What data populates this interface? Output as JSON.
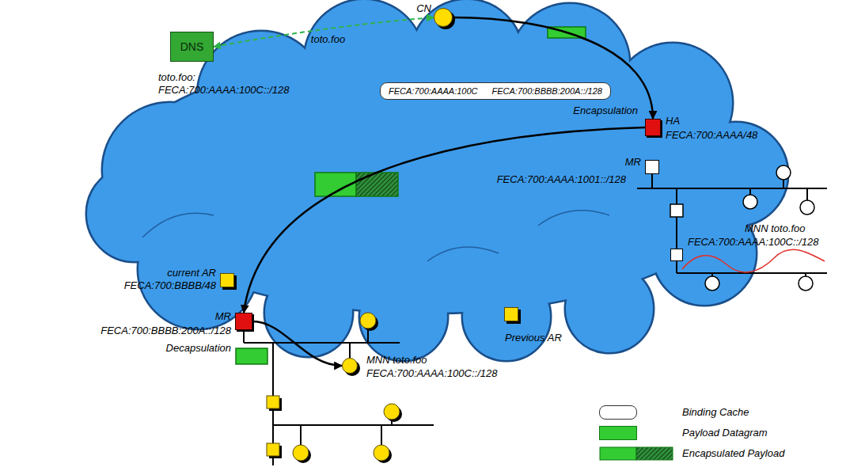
{
  "diagram": {
    "nodes": [
      {
        "text": [
          "DNS"
        ]
      },
      {
        "text": [
          "CN"
        ]
      },
      {
        "text": [
          "FECA:700:AAAA:100C",
          "FECA:700:BBBB:200A::/128"
        ]
      },
      {
        "text": [
          "HA",
          "FECA:700:AAAA/48"
        ]
      },
      {
        "text": [
          "MR",
          "FECA:700:AAAA:1001::/128"
        ]
      },
      {
        "text": [
          "MNN toto.foo",
          "FECA:700:AAAA:100C::/128"
        ]
      },
      {
        "text": [
          "current AR",
          "FECA:700:BBBB/48"
        ]
      },
      {
        "text": [
          "MR",
          "FECA:700:BBBB:200A::/128"
        ]
      },
      {
        "text": [
          "Previous AR"
        ]
      },
      {
        "text": [
          "MNN toto.foo",
          "FECA:700:AAAA:100C::/128"
        ]
      }
    ],
    "edges": [
      {
        "from": 0,
        "to": 1,
        "arrow": "both",
        "label": "toto.foo"
      },
      {
        "from": 1,
        "to": 3,
        "arrow": "to"
      },
      {
        "from": 3,
        "to": 7,
        "arrow": "to"
      },
      {
        "from": 7,
        "to": 9,
        "arrow": "to"
      }
    ],
    "labels": [
      "toto.foo:",
      "FECA:700:AAAA:100C::/128",
      "Encapsulation",
      "Decapsulation"
    ],
    "legend": [
      {
        "text": "Binding Cache"
      },
      {
        "text": "Payload Datagram",
        "color": "#33cc33"
      },
      {
        "text": "Encapsulated Payload"
      }
    ]
  }
}
